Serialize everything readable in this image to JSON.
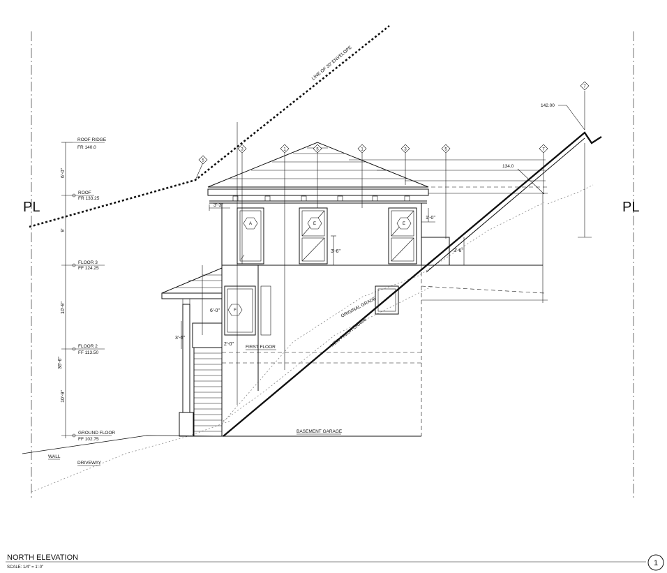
{
  "sheet": {
    "title": "NORTH ELEVATION",
    "scale": "SCALE:     1/4\" = 1'-0\"",
    "number": "1"
  },
  "property_line": {
    "symbol": "PL"
  },
  "setback": {
    "label": "LINE OF 30' ENVELOPE"
  },
  "levels": [
    {
      "name": "ROOF RIDGE",
      "elev": "FR 140.0"
    },
    {
      "name": "ROOF",
      "elev": "FR 133.25"
    },
    {
      "name": "FLOOR 3",
      "elev": "FF 124.25"
    },
    {
      "name": "FLOOR 2",
      "elev": "FF 113.50"
    },
    {
      "name": "GROUND FLOOR",
      "elev": "FF 102.75"
    }
  ],
  "vertical_dims": [
    "6'-0\"",
    "9'",
    "10'-9\"",
    "36'-6\"",
    "10'-9\""
  ],
  "dims": {
    "overhang": "3'-3\"",
    "eave_right": "1'-0\"",
    "window_e_sill": "3'-6\"",
    "upper_right": "3'-6\"",
    "window_f_head": "6'-0\"",
    "entry_left": "3'-6\"",
    "entry_step": "2'-0\""
  },
  "elevations": {
    "top": "142.00",
    "ridge_line": "134.0"
  },
  "window_tags": {
    "a": "A",
    "e1": "E",
    "e2": "E",
    "f": "F"
  },
  "keynotes": {
    "k1": "1",
    "k3": "3",
    "k5": "5",
    "k7": "7"
  },
  "labels": {
    "first_floor": "FIRST FLOOR",
    "original_grade": "ORIGINAL GRADE",
    "new_finish_grade": "NEW FINISH GRADE",
    "basement": "BASEMENT GARAGE",
    "wall": "WALL",
    "driveway": "DRIVEWAY"
  }
}
